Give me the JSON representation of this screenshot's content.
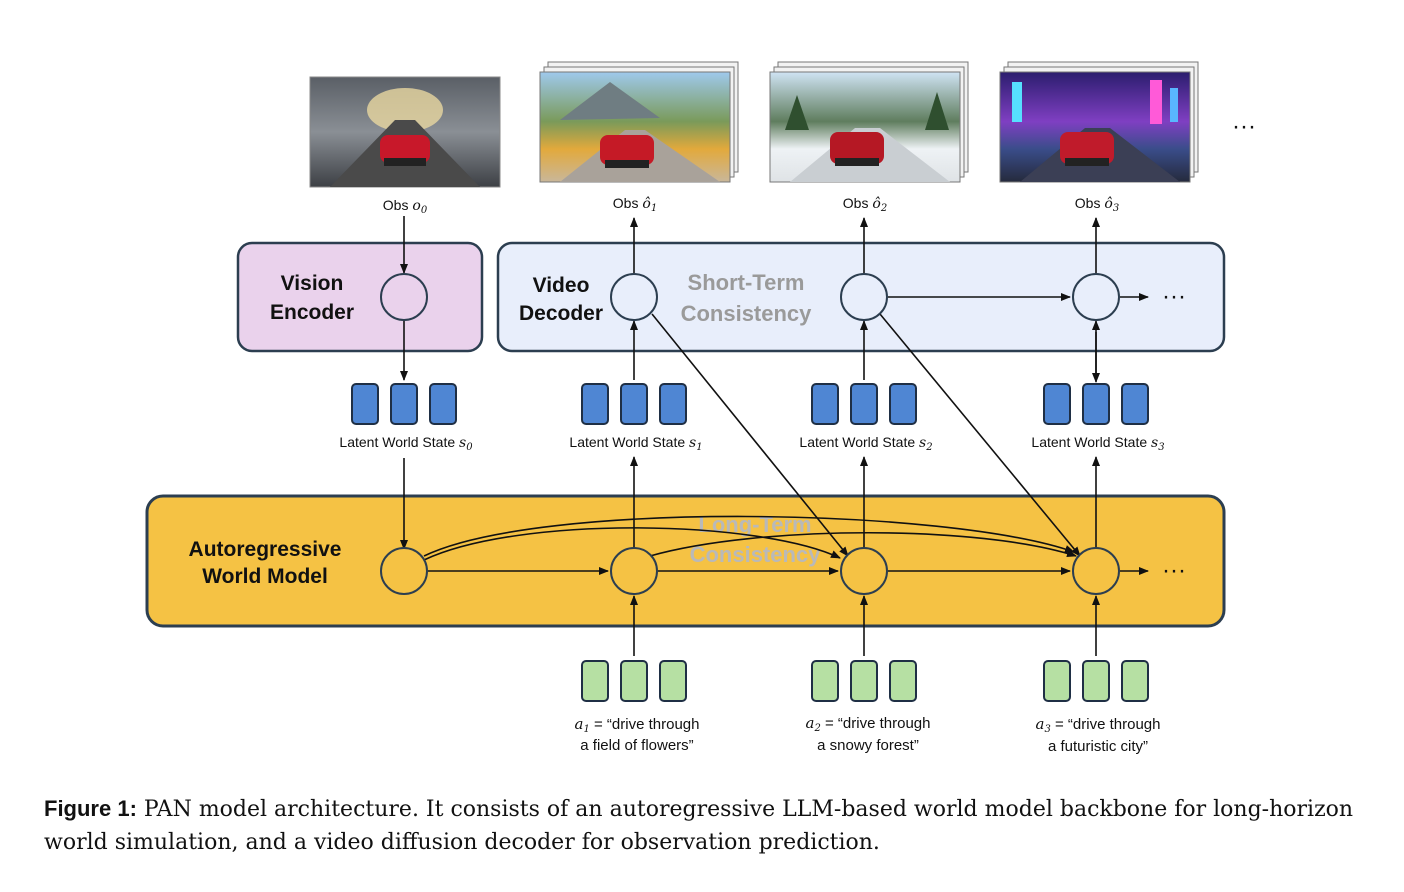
{
  "colors": {
    "encoder_fill": "#ead2ec",
    "decoder_fill": "#e8eefb",
    "world_model_fill": "#f5c244",
    "box_stroke": "#2c3e50",
    "latent_token": "#4f86d3",
    "action_token": "#b6e0a3",
    "consistency_text": "#9a9a9a"
  },
  "icons": [
    "car-frame-cave",
    "car-frame-flowers",
    "car-frame-snow",
    "car-frame-city"
  ],
  "vision_encoder": {
    "line1": "Vision",
    "line2": "Encoder"
  },
  "video_decoder": {
    "line1": "Video",
    "line2": "Decoder"
  },
  "world_model": {
    "line1": "Autoregressive",
    "line2": "World Model"
  },
  "short_term": {
    "line1": "Short-Term",
    "line2": "Consistency"
  },
  "long_term": {
    "line1": "Long-Term",
    "line2": "Consistency"
  },
  "ellipsis": "···",
  "observations": [
    {
      "prefix": "Obs ",
      "sym": "o",
      "hat": false,
      "sub": "0"
    },
    {
      "prefix": "Obs ",
      "sym": "ô",
      "hat": true,
      "sub": "1"
    },
    {
      "prefix": "Obs ",
      "sym": "ô",
      "hat": true,
      "sub": "2"
    },
    {
      "prefix": "Obs ",
      "sym": "ô",
      "hat": true,
      "sub": "3"
    }
  ],
  "latent_states": [
    {
      "prefix": "Latent World State ",
      "sym": "s",
      "sub": "0"
    },
    {
      "prefix": "Latent World State ",
      "sym": "s",
      "sub": "1"
    },
    {
      "prefix": "Latent World State ",
      "sym": "s",
      "sub": "2"
    },
    {
      "prefix": "Latent World State ",
      "sym": "s",
      "sub": "3"
    }
  ],
  "actions": [
    {
      "sym": "a",
      "sub": "1",
      "line1": " = “drive through",
      "line2": "a field of flowers”"
    },
    {
      "sym": "a",
      "sub": "2",
      "line1": " = “drive through",
      "line2": "a snowy forest”"
    },
    {
      "sym": "a",
      "sub": "3",
      "line1": " = “drive through",
      "line2": "a futuristic city”"
    }
  ],
  "caption": {
    "label": "Figure 1:",
    "text": " PAN model architecture. It consists of an autoregressive LLM-based world model backbone for long-horizon world simulation, and a video diffusion decoder for observation prediction."
  }
}
